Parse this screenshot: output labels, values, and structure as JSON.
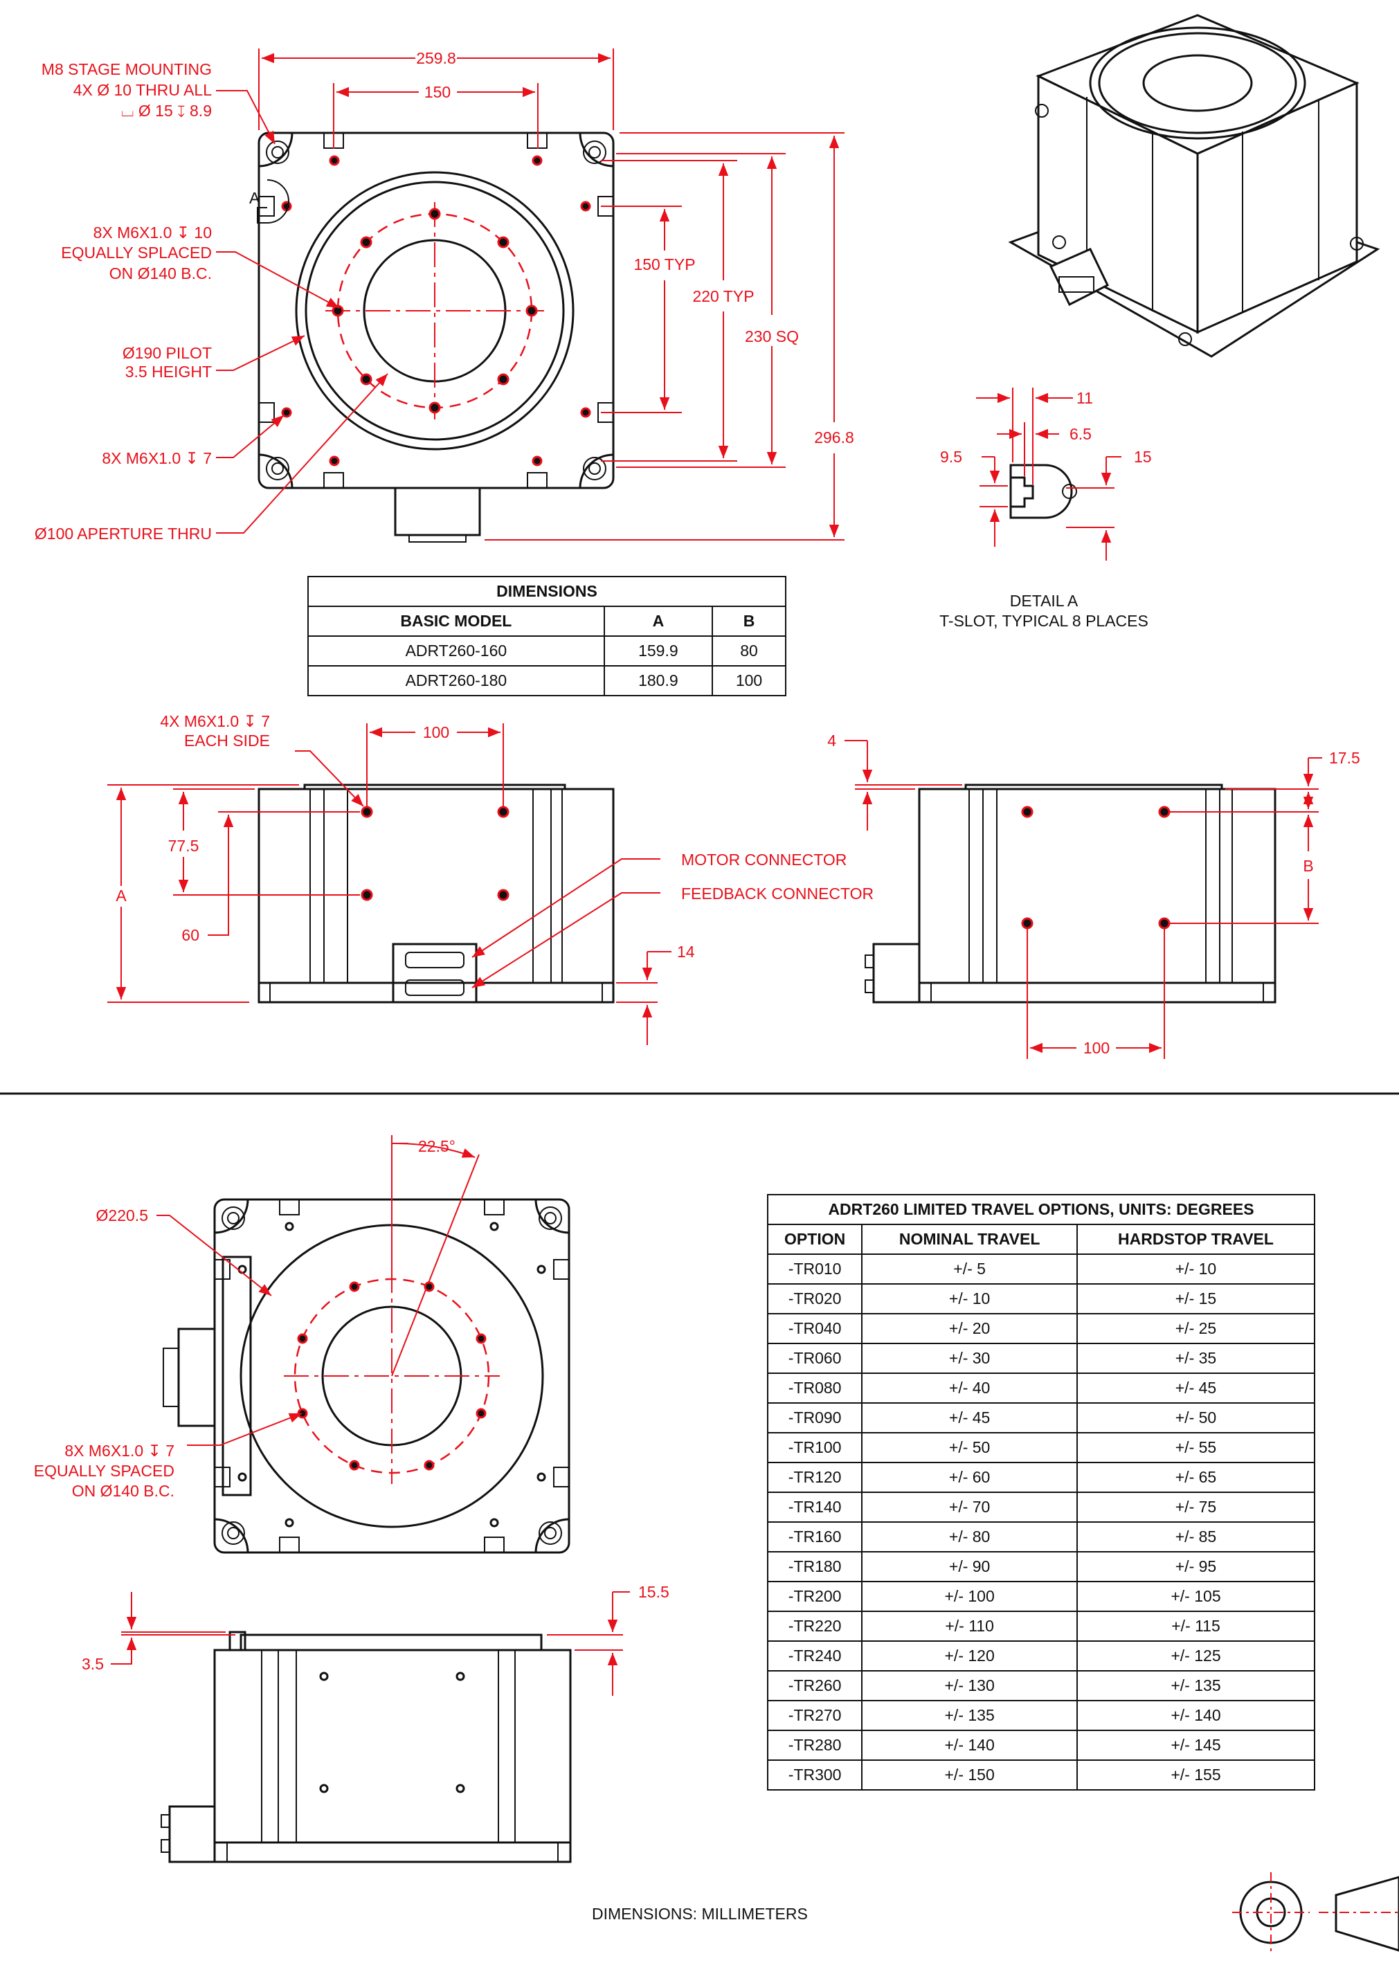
{
  "callouts": {
    "stage_mount_1": "M8 STAGE MOUNTING",
    "stage_mount_2": "4X Ø 10 THRU ALL",
    "stage_mount_3": "⌴ Ø 15 ↧ 8.9",
    "m6_top_1": "8X M6X1.0 ↧ 10",
    "m6_top_2": "EQUALLY SPLACED",
    "m6_top_3": "ON Ø140 B.C.",
    "pilot_1": "Ø190 PILOT",
    "pilot_2": "3.5 HEIGHT",
    "m6_corner": "8X M6X1.0 ↧ 7",
    "aperture": "Ø100 APERTURE THRU",
    "section_a": "A",
    "side_holes_1": "4X M6X1.0 ↧ 7",
    "side_holes_2": "EACH SIDE",
    "motor_connector": "MOTOR CONNECTOR",
    "feedback_connector": "FEEDBACK CONNECTOR",
    "diameter_2205": "Ø220.5",
    "m6_bottom_1": "8X M6X1.0 ↧ 7",
    "m6_bottom_2": "EQUALLY SPACED",
    "m6_bottom_3": "ON Ø140 B.C."
  },
  "dimensions": {
    "d259": "259.8",
    "d150": "150",
    "d150typ": "150 TYP",
    "d220typ": "220 TYP",
    "d230sq": "230 SQ",
    "d2968": "296.8",
    "d11": "11",
    "d65": "6.5",
    "d95": "9.5",
    "d15": "15",
    "d100_front": "100",
    "d775": "77.5",
    "dA": "A",
    "d60": "60",
    "d14": "14",
    "d4": "4",
    "d175": "17.5",
    "dB": "B",
    "d100_side": "100",
    "d225": "22.5°",
    "d155": "15.5",
    "d35": "3.5"
  },
  "detail": {
    "title": "DETAIL A",
    "subtitle": "T-SLOT, TYPICAL 8 PLACES"
  },
  "dims_table": {
    "title": "DIMENSIONS",
    "headers": [
      "BASIC MODEL",
      "A",
      "B"
    ],
    "rows": [
      [
        "ADRT260-160",
        "159.9",
        "80"
      ],
      [
        "ADRT260-180",
        "180.9",
        "100"
      ]
    ]
  },
  "travel_table": {
    "title": "ADRT260 LIMITED TRAVEL OPTIONS, UNITS: DEGREES",
    "headers": [
      "OPTION",
      "NOMINAL TRAVEL",
      "HARDSTOP TRAVEL"
    ],
    "rows": [
      [
        "-TR010",
        "+/- 5",
        "+/- 10"
      ],
      [
        "-TR020",
        "+/- 10",
        "+/- 15"
      ],
      [
        "-TR040",
        "+/- 20",
        "+/- 25"
      ],
      [
        "-TR060",
        "+/- 30",
        "+/- 35"
      ],
      [
        "-TR080",
        "+/- 40",
        "+/- 45"
      ],
      [
        "-TR090",
        "+/- 45",
        "+/- 50"
      ],
      [
        "-TR100",
        "+/- 50",
        "+/- 55"
      ],
      [
        "-TR120",
        "+/- 60",
        "+/- 65"
      ],
      [
        "-TR140",
        "+/- 70",
        "+/- 75"
      ],
      [
        "-TR160",
        "+/- 80",
        "+/- 85"
      ],
      [
        "-TR180",
        "+/- 90",
        "+/- 95"
      ],
      [
        "-TR200",
        "+/- 100",
        "+/- 105"
      ],
      [
        "-TR220",
        "+/- 110",
        "+/- 115"
      ],
      [
        "-TR240",
        "+/- 120",
        "+/- 125"
      ],
      [
        "-TR260",
        "+/- 130",
        "+/- 135"
      ],
      [
        "-TR270",
        "+/- 135",
        "+/- 140"
      ],
      [
        "-TR280",
        "+/- 140",
        "+/- 145"
      ],
      [
        "-TR300",
        "+/- 150",
        "+/- 155"
      ]
    ]
  },
  "footer": "DIMENSIONS:  MILLIMETERS",
  "colors": {
    "dimension": "#e8101a",
    "outline": "#111111"
  }
}
